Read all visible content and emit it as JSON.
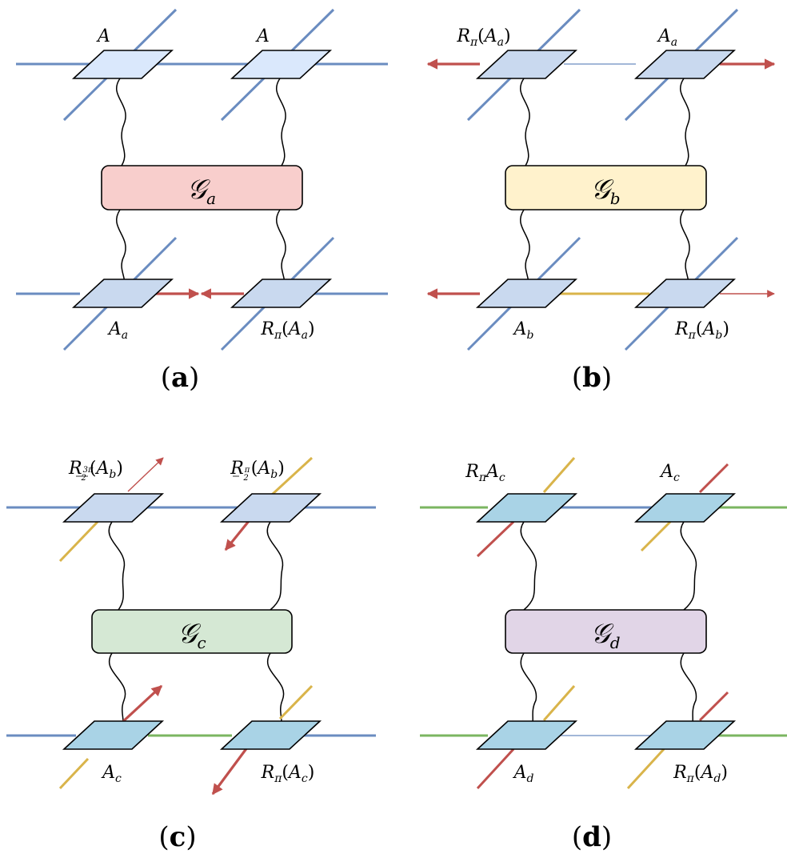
{
  "colors": {
    "blue": "#6a8cc0",
    "red": "#c0504d",
    "yellow": "#d9b44a",
    "green": "#7bb661",
    "tensor_light": "#dae8fc",
    "tensor_mid": "#c9d9ef",
    "tensor_cyan": "#a9d3e6",
    "box_a": "#f8cecc",
    "box_b": "#fff2cc",
    "box_c": "#d5e8d4",
    "box_d": "#e1d5e7"
  },
  "panels": {
    "a": {
      "caption": "a",
      "box": {
        "main": "𝒢",
        "sub": "a"
      },
      "top_left": {
        "main": "A",
        "sub": ""
      },
      "top_right": {
        "main": "A",
        "sub": ""
      },
      "bottom_left": {
        "main": "A",
        "sub": "a"
      },
      "bottom_right": {
        "op": "R",
        "op_sub": "π",
        "arg": "A",
        "arg_sub": "a"
      }
    },
    "b": {
      "caption": "b",
      "box": {
        "main": "𝒢",
        "sub": "b"
      },
      "top_left": {
        "op": "R",
        "op_sub": "π",
        "arg": "A",
        "arg_sub": "a"
      },
      "top_right": {
        "main": "A",
        "sub": "a"
      },
      "bottom_left": {
        "main": "A",
        "sub": "b"
      },
      "bottom_right": {
        "op": "R",
        "op_sub": "π",
        "arg": "A",
        "arg_sub": "b"
      }
    },
    "c": {
      "caption": "c",
      "box": {
        "main": "𝒢",
        "sub": "c"
      },
      "top_left": {
        "op": "R",
        "frac_num": "3π",
        "frac_den": "2",
        "arg": "A",
        "arg_sub": "b"
      },
      "top_right": {
        "op": "R",
        "frac_num": "π",
        "frac_den": "2",
        "arg": "A",
        "arg_sub": "b"
      },
      "bottom_left": {
        "main": "A",
        "sub": "c"
      },
      "bottom_right": {
        "op": "R",
        "op_sub": "π",
        "arg": "A",
        "arg_sub": "c"
      }
    },
    "d": {
      "caption": "d",
      "box": {
        "main": "𝒢",
        "sub": "d"
      },
      "top_left": {
        "op": "R",
        "op_sub": "π",
        "main": "A",
        "sub": "c"
      },
      "top_right": {
        "main": "A",
        "sub": "c"
      },
      "bottom_left": {
        "main": "A",
        "sub": "d"
      },
      "bottom_right": {
        "op": "R",
        "op_sub": "π",
        "arg": "A",
        "arg_sub": "d"
      }
    }
  }
}
